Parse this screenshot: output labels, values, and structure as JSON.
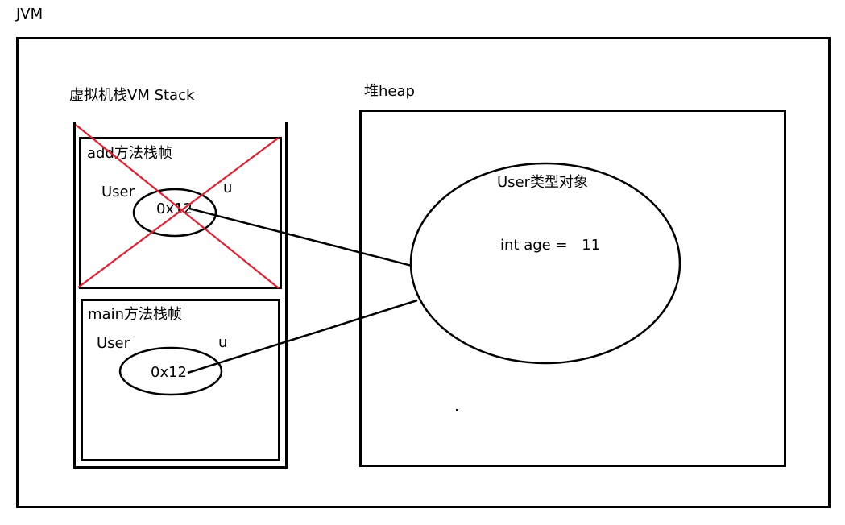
{
  "jvm": {
    "title": "JVM"
  },
  "stack": {
    "title": "虚拟机栈VM Stack",
    "frames": [
      {
        "title": "add方法栈帧",
        "var_type": "User",
        "var_name": "u",
        "ref_value": "0x12",
        "crossed_out": true
      },
      {
        "title": "main方法栈帧",
        "var_type": "User",
        "var_name": "u",
        "ref_value": "0x12",
        "crossed_out": false
      }
    ]
  },
  "heap": {
    "title": "堆heap",
    "object": {
      "title": "User类型对象",
      "field": "int age =",
      "field_value": "11"
    }
  },
  "colors": {
    "line": "#000000",
    "cross": "#e02030"
  }
}
